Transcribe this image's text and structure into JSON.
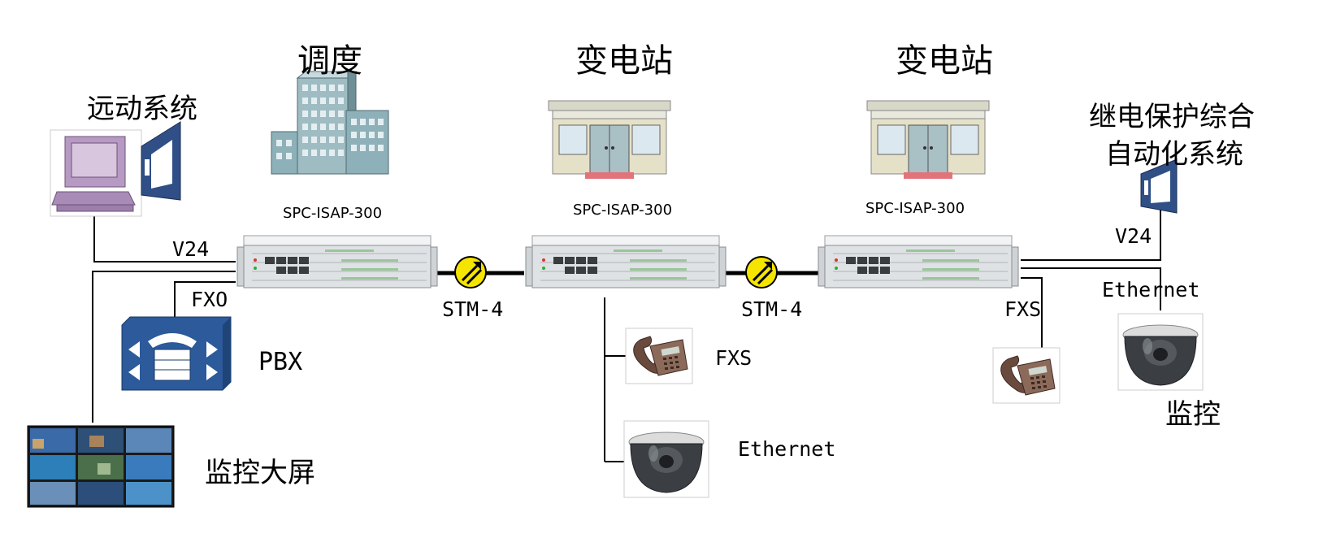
{
  "sites": {
    "dispatch": {
      "title": "调度",
      "model": "SPC-ISAP-300"
    },
    "substation_a": {
      "title": "变电站",
      "model": "SPC-ISAP-300"
    },
    "substation_b": {
      "title": "变电站",
      "model": "SPC-ISAP-300"
    }
  },
  "devices": {
    "telecontrol": "远动系统",
    "pbx": "PBX",
    "video_wall": "监控大屏",
    "protection_system_line1": "继电保护综合",
    "protection_system_line2": "自动化系统",
    "monitoring": "监控"
  },
  "links": {
    "v24_left": "V24",
    "fxo": "FXO",
    "stm4_left": "STM-4",
    "stm4_right": "STM-4",
    "fxs_mid": "FXS",
    "ethernet_mid": "Ethernet",
    "fxs_right": "FXS",
    "v24_right": "V24",
    "ethernet_right": "Ethernet"
  },
  "colors": {
    "line": "#000000",
    "building": "#7fa0a8",
    "chassis": "#e4e6e8",
    "pbx_blue": "#2c5a9a",
    "computer_purple": "#b79ac4",
    "modem_blue": "#2f4f86",
    "optic_yellow": "#f5e400",
    "station_roof": "#d8d8c8",
    "station_mat": "#e2737a"
  },
  "icons": [
    "office-building-icon",
    "substation-building-icon",
    "transmission-chassis-icon",
    "computer-icon",
    "modem-icon",
    "pbx-icon",
    "video-wall-icon",
    "telephone-icon",
    "dome-camera-icon",
    "optical-amplifier-icon"
  ]
}
